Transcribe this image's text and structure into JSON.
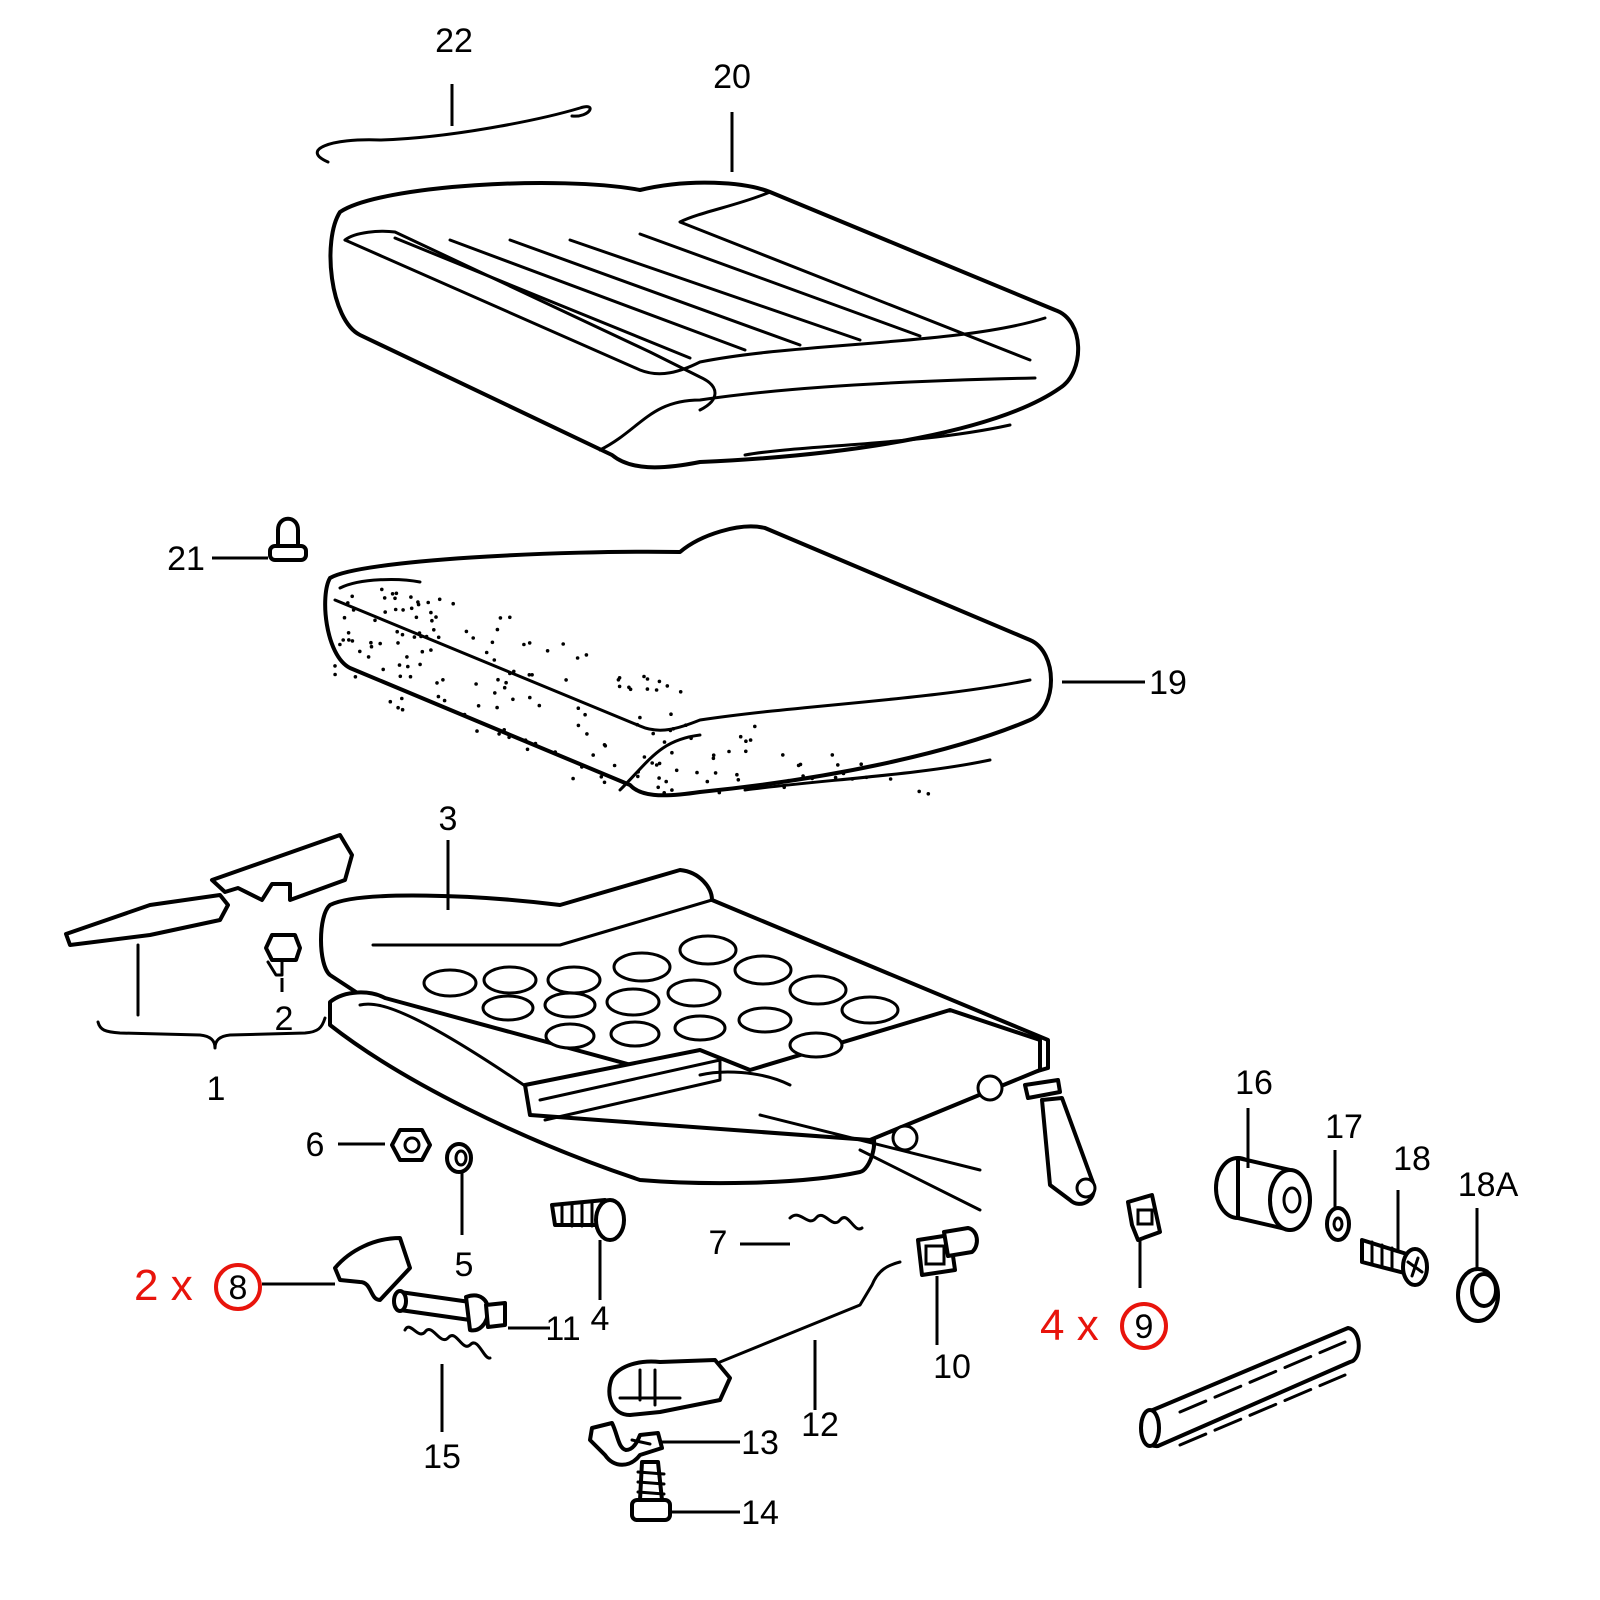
{
  "labels": {
    "p1": "1",
    "p2": "2",
    "p3": "3",
    "p4": "4",
    "p5": "5",
    "p6": "6",
    "p7": "7",
    "p8": "8",
    "p9": "9",
    "p10": "10",
    "p11": "11",
    "p12": "12",
    "p13": "13",
    "p14": "14",
    "p15": "15",
    "p16": "16",
    "p17": "17",
    "p18": "18",
    "p18a": "18A",
    "p19": "19",
    "p20": "20",
    "p21": "21",
    "p22": "22"
  },
  "annotations": {
    "qty8": "2 x",
    "qty9": "4 x"
  },
  "colors": {
    "line": "#000000",
    "annotation": "#e8140c",
    "background": "#ffffff"
  }
}
